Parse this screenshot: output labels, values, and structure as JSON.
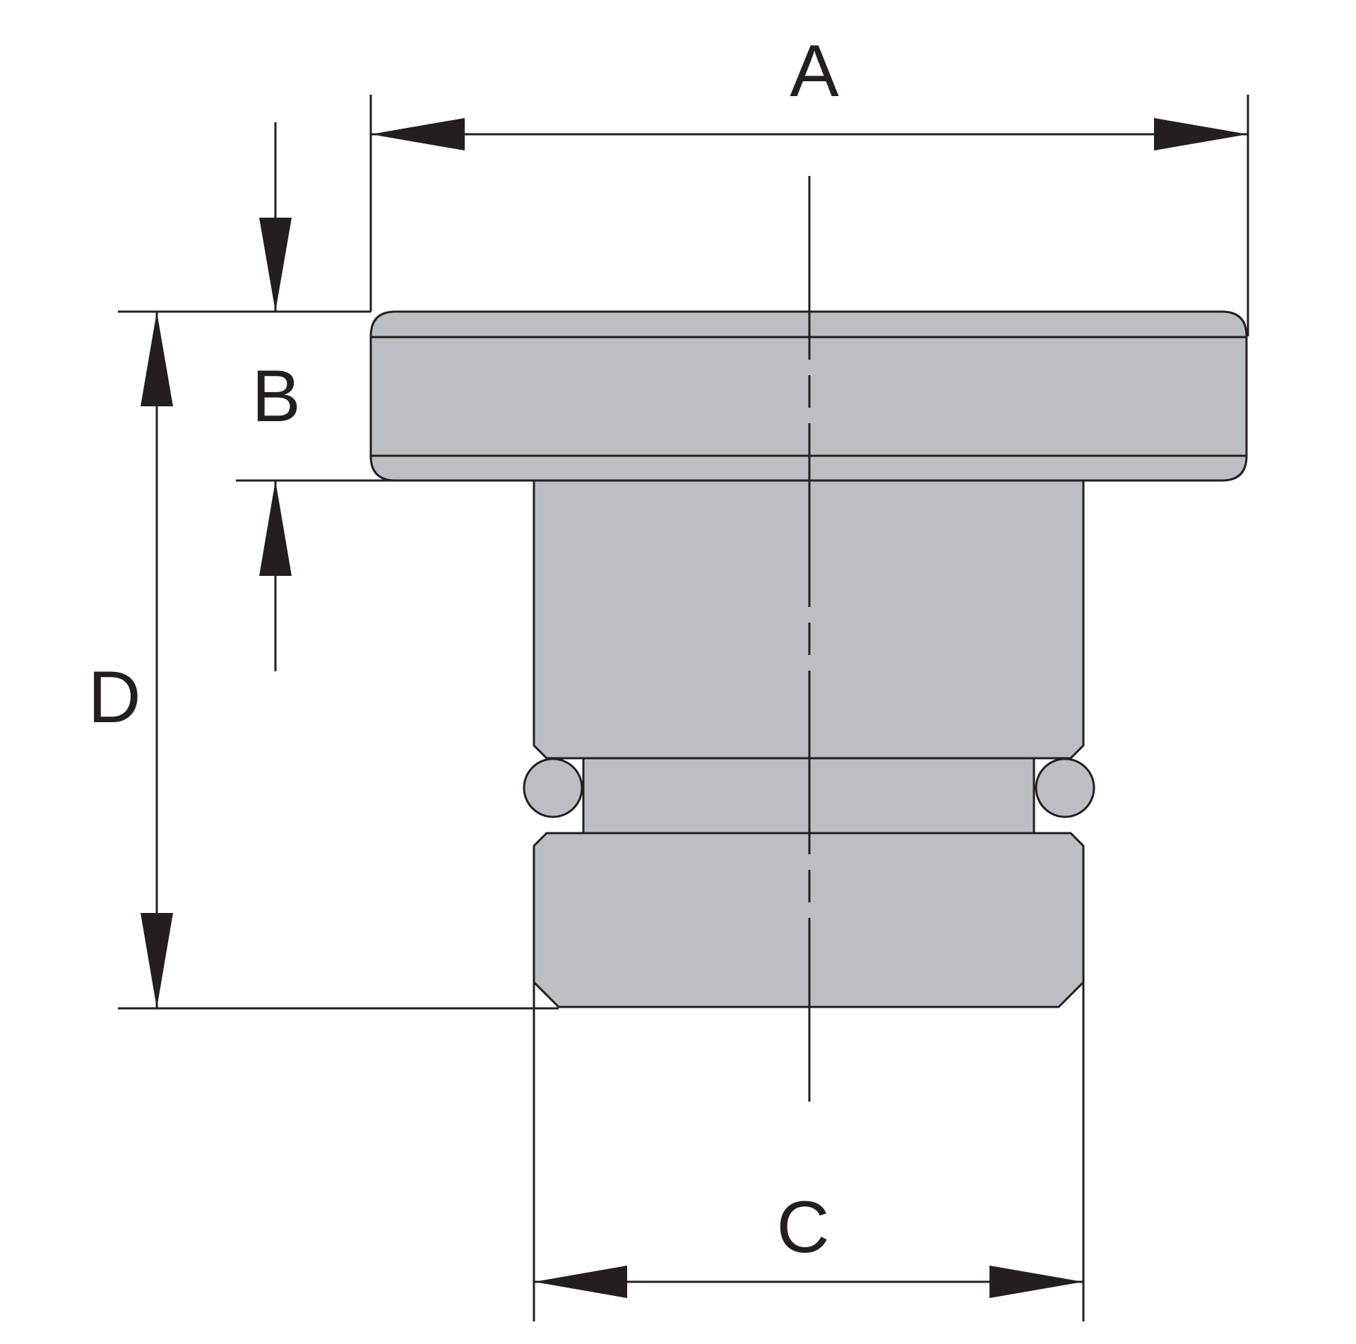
{
  "labels": {
    "a": "A",
    "b": "B",
    "c": "C",
    "d": "D"
  },
  "colors": {
    "part_fill": "#bcbec1",
    "line": "#231f20",
    "background": "#ffffff"
  }
}
